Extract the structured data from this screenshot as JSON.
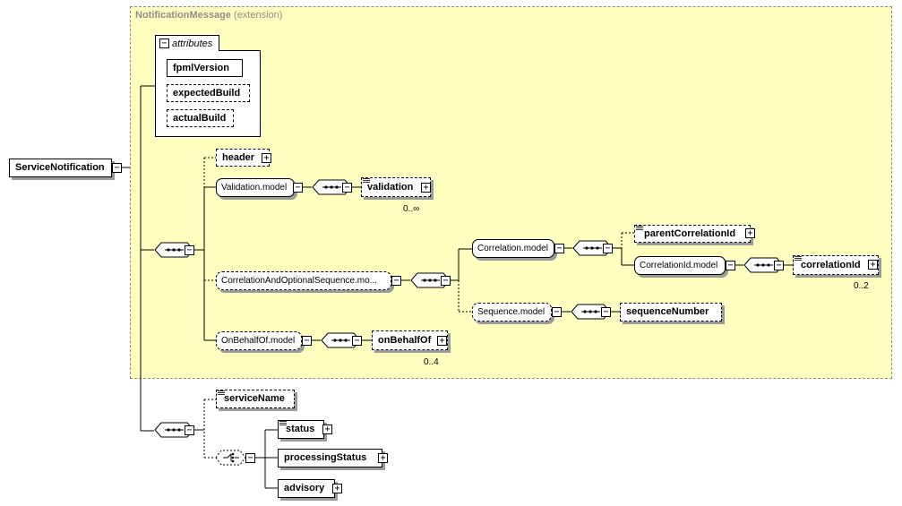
{
  "extension": {
    "name": "NotificationMessage",
    "qualifier": "(extension)"
  },
  "root": "ServiceNotification",
  "attributes": {
    "title": "attributes",
    "items": [
      "fpmlVersion",
      "expectedBuild",
      "actualBuild"
    ]
  },
  "nodes": {
    "header": "header",
    "validation_model": "Validation.model",
    "validation": "validation",
    "validation_card": "0..∞",
    "correlation_seq_model": "CorrelationAndOptionalSequence.mo...",
    "correlation_model": "Correlation.model",
    "parent_correlation_id": "parentCorrelationId",
    "correlation_id_model": "CorrelationId.model",
    "correlation_id": "correlationId",
    "correlation_id_card": "0..2",
    "sequence_model": "Sequence.model",
    "sequence_number": "sequenceNumber",
    "on_behalf_of_model": "OnBehalfOf.model",
    "on_behalf_of": "onBehalfOf",
    "on_behalf_of_card": "0..4",
    "service_name": "serviceName",
    "status": "status",
    "processing_status": "processingStatus",
    "advisory": "advisory"
  },
  "icons": {
    "expand": "plus-box-icon",
    "collapse": "minus-box-icon",
    "sequence": "sequence-icon",
    "choice": "choice-icon",
    "documentation": "documentation-icon"
  }
}
